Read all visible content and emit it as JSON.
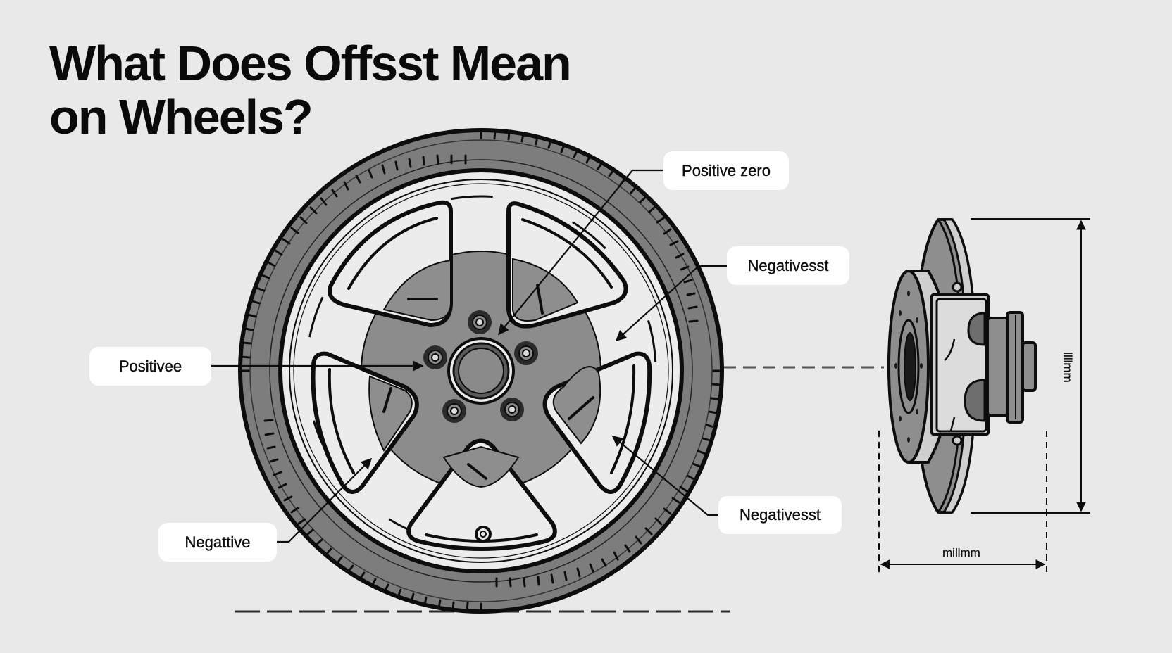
{
  "title": {
    "line1": "What Does Offsst Mean",
    "line2": "on Wheels?"
  },
  "labels": {
    "positive_zero": "Positive zero",
    "negativesst_top": "Negativesst",
    "positivee": "Positivee",
    "negattive": "Negattive",
    "negativesst_bottom": "Negativesst"
  },
  "dimensions": {
    "horizontal": "millmm",
    "vertical": "llllmm"
  },
  "colors": {
    "background": "#e9e9e9",
    "tire": "#7d7d7d",
    "rim": "#ececec",
    "outline": "#0d0d0d",
    "hub_gray": "#8a8a8a",
    "label_bg": "#ffffff"
  }
}
